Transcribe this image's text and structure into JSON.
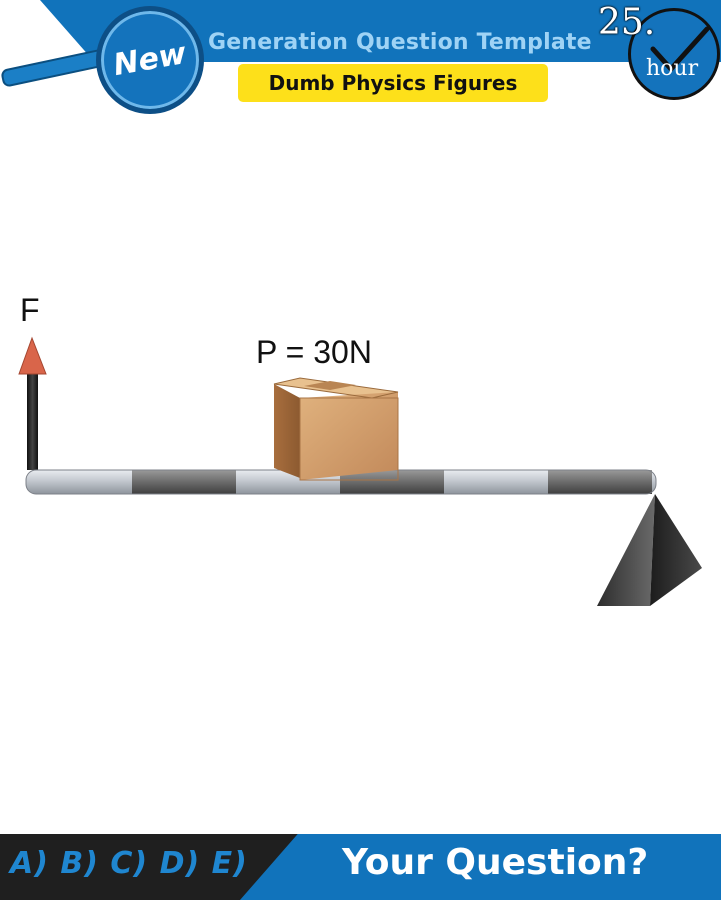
{
  "header": {
    "title": "Generation Question Template",
    "subtitle": "Dumb Physics Figures",
    "badge": "New",
    "clock_number": "25.",
    "clock_unit": "hour"
  },
  "diagram": {
    "force_label": "F",
    "load_label": "P = 30N",
    "colors": {
      "arrow_head": "#d9654a",
      "bar_light": "#b9bec6",
      "bar_dark": "#6e6e6e",
      "box": "#c8945c",
      "support": "#333333"
    },
    "icons": [
      "force-arrow-icon",
      "cardboard-box-icon",
      "pyramid-support-icon"
    ]
  },
  "footer": {
    "options": "A) B) C) D) E)",
    "prompt": "Your Question?"
  }
}
